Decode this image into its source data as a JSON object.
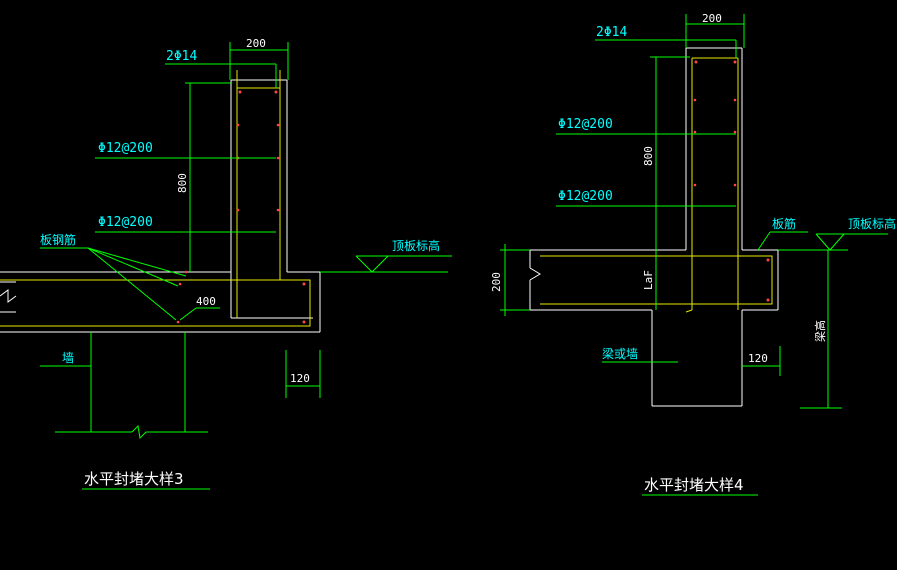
{
  "colors": {
    "background": "#000000",
    "green": "#00ff00",
    "white": "#ffffff",
    "cyan": "#00ffff",
    "yellow": "#ffff00",
    "dim_green": "#00cc00"
  },
  "detail3": {
    "title": "水平封堵大样3",
    "rebar_top": "2Φ14",
    "dim_top_width": "200",
    "rebar_upper": "Φ12@200",
    "rebar_lower": "Φ12@200",
    "dim_height": "800",
    "slab_rebar": "板钢筋",
    "top_elevation": "顶板标高",
    "dim_400": "400",
    "wall": "墙",
    "dim_120": "120"
  },
  "detail4": {
    "title": "水平封堵大样4",
    "rebar_top": "2Φ14",
    "dim_top_width": "200",
    "rebar_upper": "Φ12@200",
    "rebar_lower": "Φ12@200",
    "dim_height": "800",
    "slab_rebar": "板筋",
    "top_elevation": "顶板标高",
    "dim_200": "200",
    "laf": "LaF",
    "beam_or_wall": "梁或墙",
    "dim_120": "120",
    "beam_height": "梁高"
  }
}
